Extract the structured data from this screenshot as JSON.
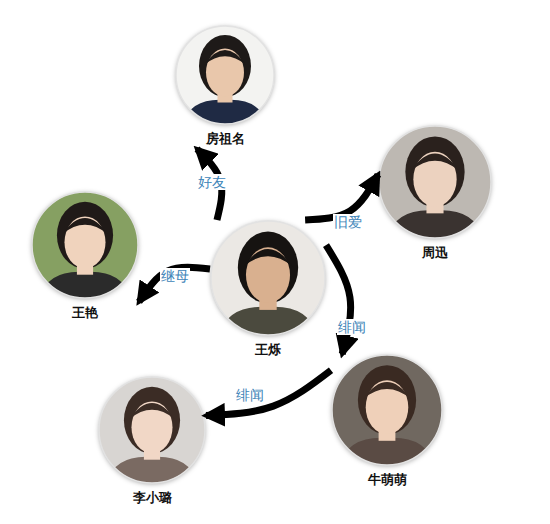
{
  "diagram": {
    "nodes": [
      {
        "text": [
          "房祖名"
        ]
      },
      {
        "text": [
          "周迅"
        ]
      },
      {
        "text": [
          "王艳"
        ]
      },
      {
        "text": [
          "王烁"
        ]
      },
      {
        "text": [
          "牛萌萌"
        ]
      },
      {
        "text": [
          "李小璐"
        ]
      }
    ],
    "edges": [
      {
        "from": 3,
        "to": 0,
        "label": "好友",
        "arrow": "to"
      },
      {
        "from": 3,
        "to": 1,
        "label": "旧爱",
        "arrow": "to"
      },
      {
        "from": 3,
        "to": 2,
        "label": "继母",
        "arrow": "to"
      },
      {
        "from": 3,
        "to": 4,
        "label": "绯闻",
        "arrow": "to"
      },
      {
        "from": 4,
        "to": 5,
        "label": "绯闻",
        "arrow": "to"
      }
    ]
  }
}
